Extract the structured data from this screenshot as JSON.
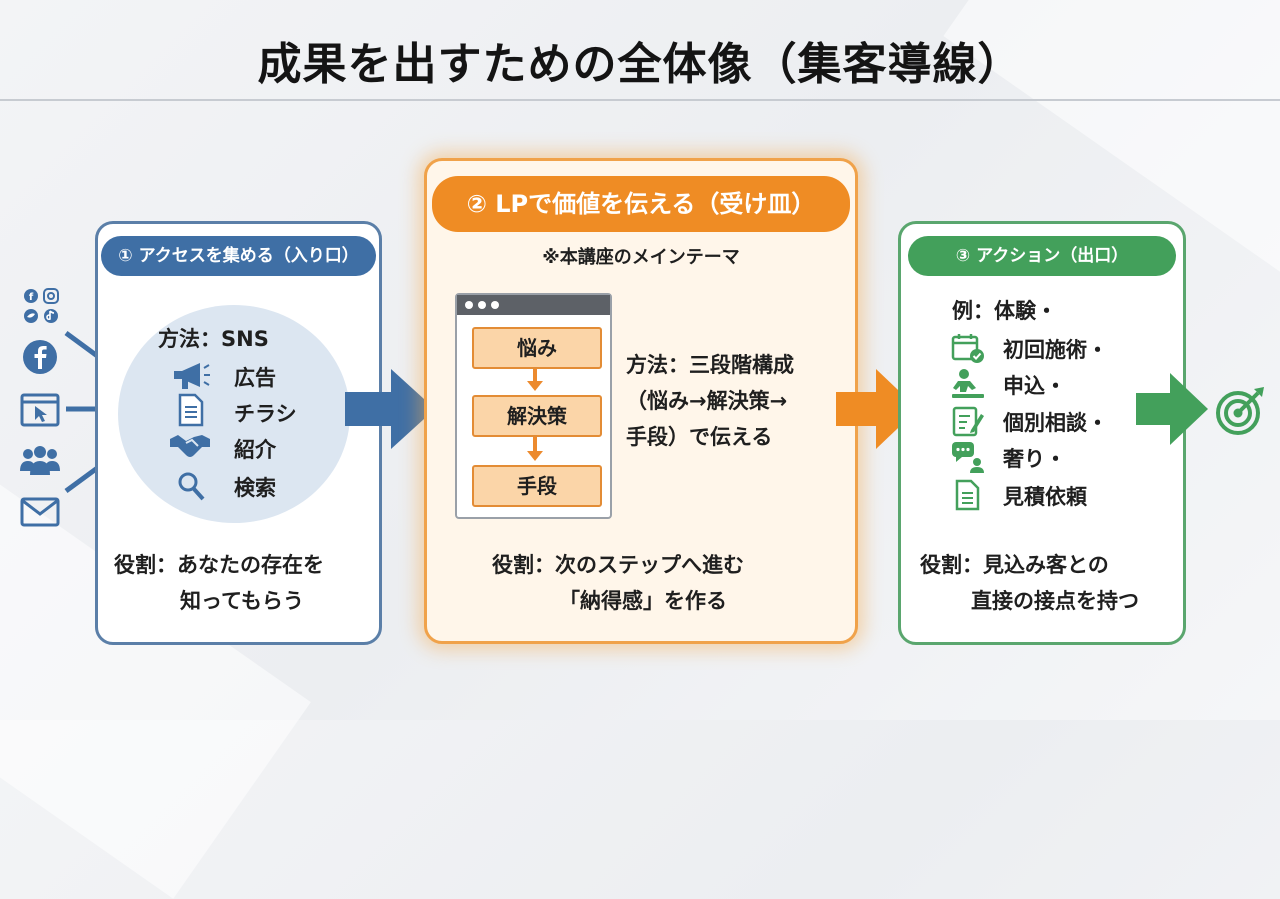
{
  "title": "成果を出すための全体像（集客導線）",
  "panels": {
    "access": {
      "pill": "① アクセスを集める（入り口）",
      "method_label": "方法：SNS",
      "items": [
        "広告",
        "チラシ",
        "紹介",
        "検索"
      ],
      "role_line1": "役割：あなたの存在を",
      "role_line2": "知ってもらう"
    },
    "lp": {
      "pill": "② LPで価値を伝える（受け皿）",
      "note": "※本講座のメインテーマ",
      "steps": [
        "悩み",
        "解決策",
        "手段"
      ],
      "method_line1": "方法：三段階構成",
      "method_line2": "（悩み→解決策→",
      "method_line3": "手段）で伝える",
      "role_line1": "役割：次のステップへ進む",
      "role_line2": "「納得感」を作る"
    },
    "action": {
      "pill": "③ アクション（出口）",
      "example_label": "例：体験・",
      "items": [
        "初回施術・",
        "申込・",
        "個別相談・",
        "奢り・",
        "見積依頼"
      ],
      "role_line1": "役割：見込み客との",
      "role_line2": "直接の接点を持つ"
    }
  },
  "colors": {
    "blue": "#3f6fa5",
    "orange": "#ef8c24",
    "green": "#43a05b"
  },
  "icons": {
    "sources": [
      "social-grid-icon",
      "facebook-icon",
      "browser-cursor-icon",
      "people-icon",
      "mail-icon"
    ],
    "access_items": [
      "megaphone-icon",
      "flyer-icon",
      "handshake-icon",
      "search-icon"
    ],
    "action_items": [
      "calendar-check-icon",
      "massage-icon",
      "form-icon",
      "chat-icon",
      "document-icon"
    ],
    "goal": "target-icon"
  }
}
